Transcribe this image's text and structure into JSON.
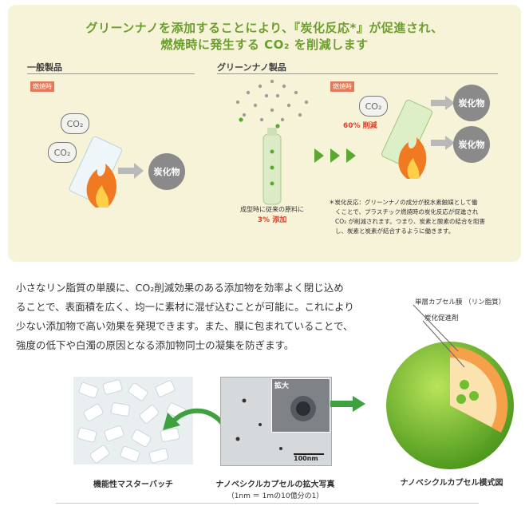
{
  "top": {
    "title_line1": "グリーンナノを添加することにより、『炭化反応*』が促進され、",
    "title_line2": "燃焼時に発生する CO₂ を削減します",
    "general_label": "一般製品",
    "green_label": "グリーンナノ製品",
    "burn_tag_left": "燃焼時",
    "burn_tag_right": "燃焼時",
    "co2_a": "CO₂",
    "co2_b": "CO₂",
    "co2_c": "CO₂",
    "char_left": "炭化物",
    "char_right_1": "炭化物",
    "char_right_2": "炭化物",
    "reduction": "60% 削減",
    "molding_line1": "成型時に従来の原料に",
    "molding_line2": "3% 添加",
    "note_line1": "＊炭化反応：グリーンナノの成分が脱水素触媒として働",
    "note_line2": "くことで、プラスチック燃焼時の炭化反応が促進され",
    "note_line3": "CO₂ が削減されます。つまり、炭素と酸素の結合を阻害",
    "note_line4": "し、炭素と炭素が結合するように働きます。"
  },
  "body": {
    "line1": "小さなリン脂質の単膜に、CO₂削減効果のある添加物を効率よく閉じ込め",
    "line2": "ることで、表面積を広く、均一に素材に混ぜ込むことが可能に。これにより",
    "line3": "少ない添加物で高い効果を発現できます。また、膜に包まれていることで、",
    "line4": "強度の低下や白濁の原因となる添加物同士の凝集を防ぎます。"
  },
  "bottom": {
    "caption_batch": "機能性マスターバッチ",
    "caption_photo": "ナノベシクルカプセルの拡大写真",
    "caption_photo_sub": "（1nm ＝ 1mの10億分の1）",
    "zoom_label": "拡大",
    "scale_label": "100nm",
    "membrane_label": "単層カプセル膜 （リン脂質）",
    "promoter_label": "炭化促進剤",
    "caption_model": "ナノベシクルカプセル模式図"
  },
  "colors": {
    "green": "#6b9e2e",
    "panel": "#f7f3d8",
    "red": "#d9442e",
    "orange": "#f08a2a"
  }
}
